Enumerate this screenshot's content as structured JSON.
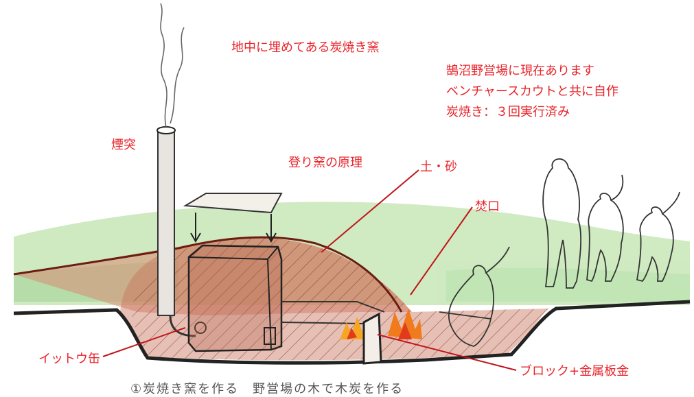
{
  "title": "地中に埋めてある炭焼き窯",
  "notes": {
    "line1": "鵠沼野営場に現在あります",
    "line2": "ベンチャースカウトと共に自作",
    "line3": "炭焼き：３回実行済み"
  },
  "labels": {
    "chimney": "煙突",
    "principle": "登り窯の原理",
    "soil": "土・砂",
    "firebox": "焚口",
    "can": "イットウ缶",
    "block": "ブロック+金属板金"
  },
  "caption": "①炭焼き窯を作る　野営場の木で木炭を作る",
  "colors": {
    "label": "#e8242a",
    "mound": "#c9735a",
    "grass": "#7cc46a",
    "pencil": "#222222",
    "leader": "#c0151b"
  }
}
